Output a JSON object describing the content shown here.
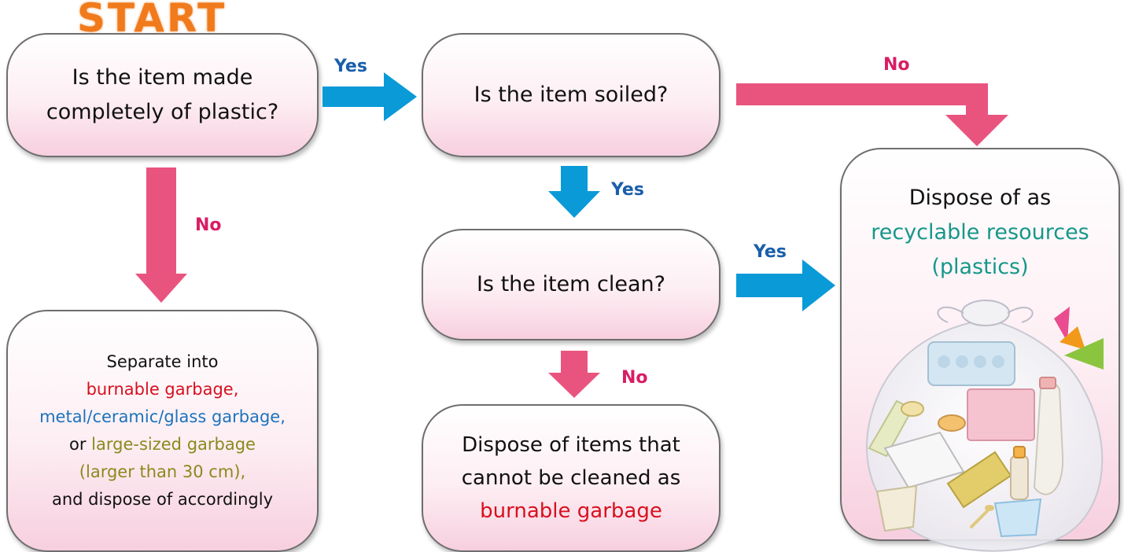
{
  "start": "START",
  "q_plastic": {
    "line1": "Is the item made",
    "line2": "completely of plastic?"
  },
  "q_soiled": "Is the item soiled?",
  "q_clean": "Is the item clean?",
  "separate": {
    "line1": "Separate into",
    "burnable": "burnable garbage,",
    "metal": "metal/ceramic/glass garbage,",
    "or": "or ",
    "large": "large-sized garbage",
    "larger": "(larger than 30 cm),",
    "last": "and dispose of accordingly"
  },
  "dispose_cannot": {
    "line1": "Dispose of items that",
    "line2": "cannot be cleaned as",
    "line3": "burnable garbage"
  },
  "dispose_recycle": {
    "line1": "Dispose of as",
    "line2": "recyclable resources",
    "line3": "(plastics)"
  },
  "labels": {
    "yes": "Yes",
    "no": "No"
  },
  "colors": {
    "yes_arrow": "#0a9ad8",
    "no_arrow": "#e9547f",
    "yes_text": "#1a5fab",
    "no_text": "#d81d64",
    "burnable": "#d8101e",
    "metal": "#1b73bd",
    "large": "#8a8a1c",
    "recyclable": "#16978a",
    "start": "#f07a1c"
  },
  "icons": [
    "plastic-garbage-bag-illustration"
  ]
}
